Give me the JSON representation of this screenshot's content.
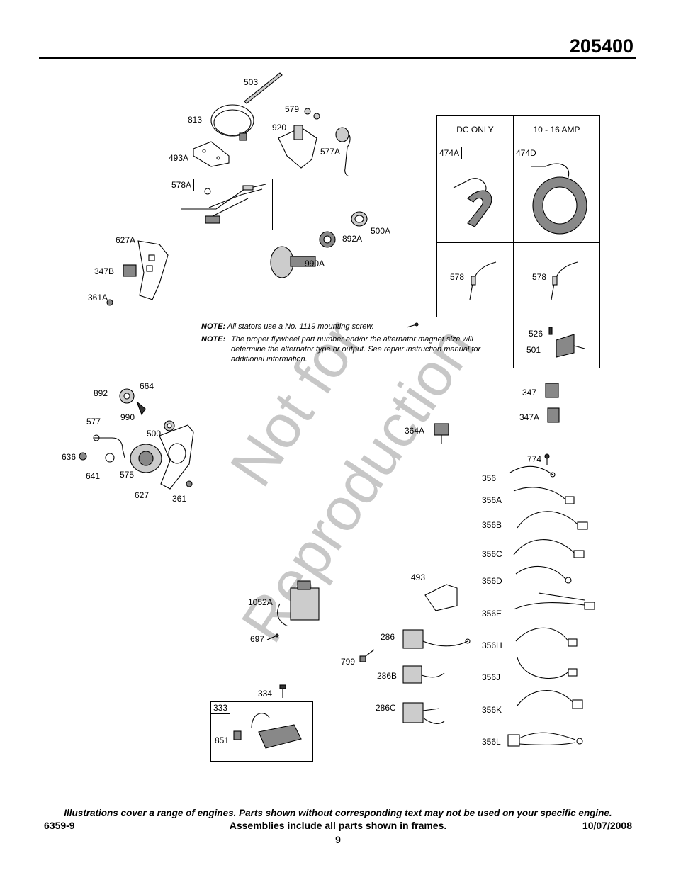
{
  "header": {
    "model": "205400"
  },
  "watermark": {
    "line1": "Not for",
    "line2": "Reproduction"
  },
  "stator_table": {
    "col1_header": "DC ONLY",
    "col2_header": "10 - 16 AMP",
    "r1c1_tag": "474A",
    "r1c2_tag": "474D",
    "r2c1_label": "578",
    "r2c2_label": "578",
    "note1_prefix": "NOTE:",
    "note1_text": "All stators use a No. 1119 mounting screw.",
    "note2_prefix": "NOTE:",
    "note2_text": "The proper flywheel part number and/or the alternator magnet size will determine the alternator type or output. See repair instruction manual for additional information.",
    "r3_label_a": "526",
    "r3_label_b": "501"
  },
  "frames": {
    "f578A": "578A",
    "f333": "333"
  },
  "parts": {
    "p503": "503",
    "p813": "813",
    "p579": "579",
    "p920": "920",
    "p493A": "493A",
    "p577A": "577A",
    "p500A": "500A",
    "p892A": "892A",
    "p990A": "990A",
    "p627A": "627A",
    "p347B": "347B",
    "p361A": "361A",
    "p892": "892",
    "p664": "664",
    "p990": "990",
    "p577": "577",
    "p500": "500",
    "p636": "636",
    "p641": "641",
    "p575": "575",
    "p627": "627",
    "p361": "361",
    "p347": "347",
    "p347A": "347A",
    "p364A": "364A",
    "p774": "774",
    "p356": "356",
    "p356A": "356A",
    "p356B": "356B",
    "p356C": "356C",
    "p356D": "356D",
    "p356E": "356E",
    "p356H": "356H",
    "p356J": "356J",
    "p356K": "356K",
    "p356L": "356L",
    "p493": "493",
    "p1052A": "1052A",
    "p697": "697",
    "p286": "286",
    "p799": "799",
    "p286B": "286B",
    "p286C": "286C",
    "p334": "334",
    "p851": "851"
  },
  "footer": {
    "disclaimer": "Illustrations cover a range of engines. Parts shown without corresponding text may not be used on your specific engine.",
    "doc_number": "6359-9",
    "frames_note": "Assemblies include all parts shown in frames.",
    "date": "10/07/2008",
    "page": "9"
  }
}
